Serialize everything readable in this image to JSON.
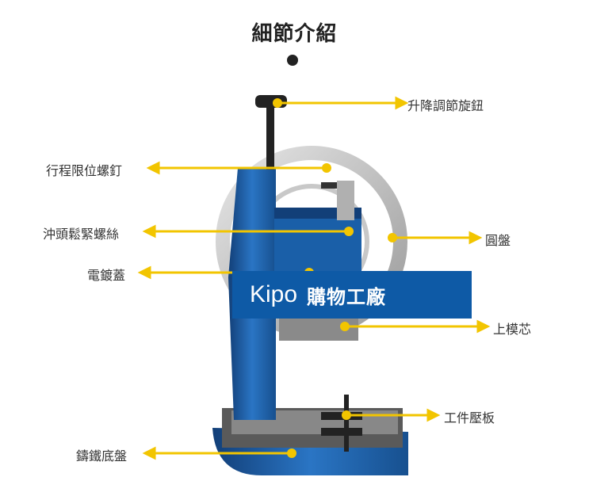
{
  "title": "細節介紹",
  "colors": {
    "arrow": "#f2c500",
    "machine_blue": "#1b5fa8",
    "accent_blue": "#0e5aa6"
  },
  "labels": {
    "lift_knob": "升降調節旋鈕",
    "stroke_screw": "行程限位螺釘",
    "punch_screw": "沖頭鬆緊螺絲",
    "plated_cover": "電鍍蓋",
    "disc": "圓盤",
    "upper_die": "上模芯",
    "work_plate": "工件壓板",
    "cast_base": "鑄鐵底盤"
  },
  "watermark": {
    "brand": "Kipo",
    "text": "購物工廠"
  }
}
